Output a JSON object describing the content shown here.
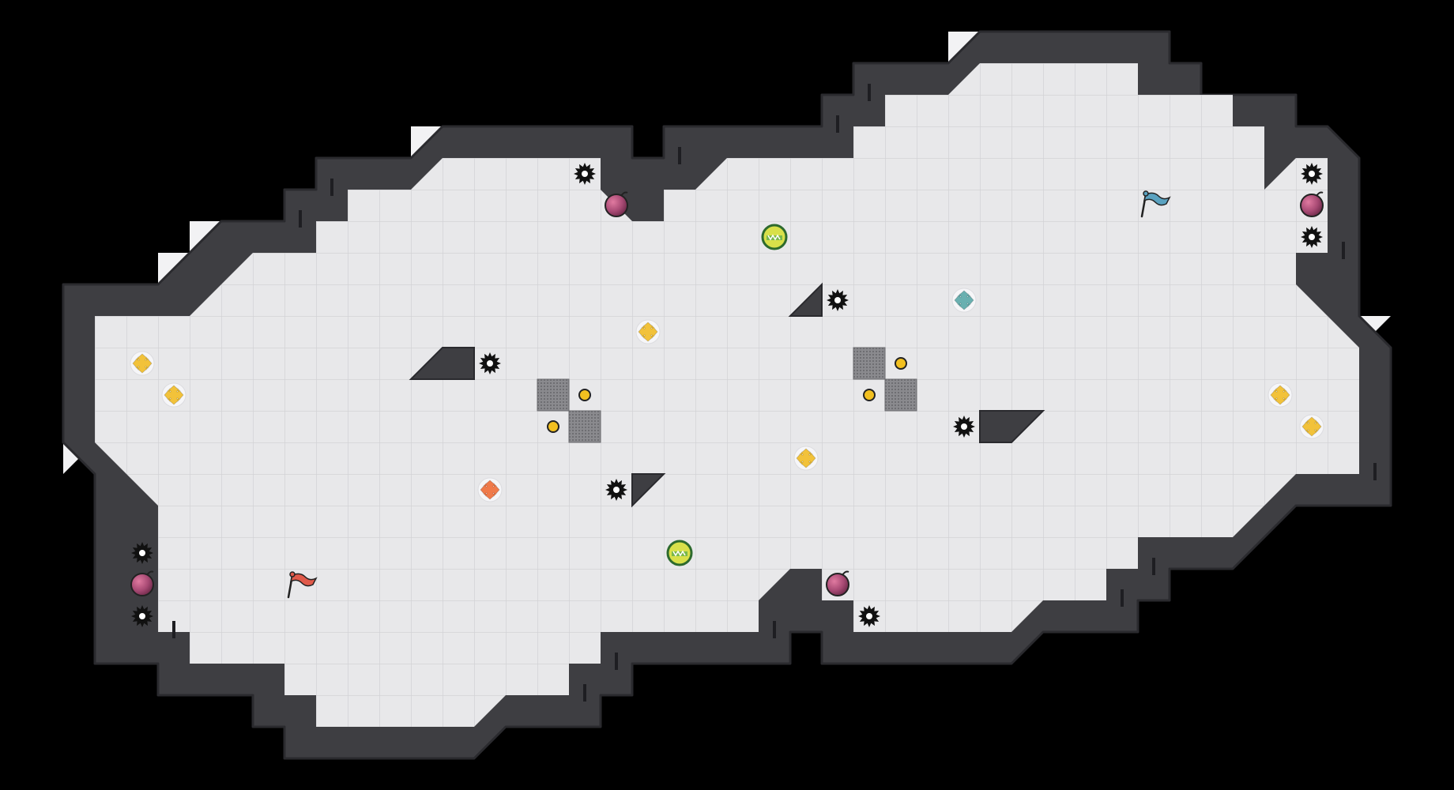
{
  "game": {
    "title": "",
    "colors": {
      "background": "#000000",
      "floor": "#e8e8ea",
      "grid": "#d4d4d8",
      "wall": "#3e3e42",
      "wall_edge": "#2a2a2e",
      "corner_tile": "#f2f2f4",
      "team_red": "#e05a4a",
      "team_blue": "#5aa2c0",
      "boost_yellow": "#f2c23a",
      "boost_orange": "#f07a4a",
      "boost_teal": "#6ab0b0",
      "bomb": "#b04a70",
      "spike": "#111111",
      "speed_pad_ring": "#2d6a2d",
      "speed_pad_fill": "#d8e04a",
      "powerup_dot": "#f2c020"
    },
    "legend": {
      "spike": "spike-hazard",
      "bomb": "bomb",
      "boost": "boost-pad",
      "speed_pad": "speed-pad",
      "gate": "gate",
      "powerup": "powerup-dot",
      "flag_red": "red-flag",
      "flag_blue": "blue-flag"
    }
  }
}
